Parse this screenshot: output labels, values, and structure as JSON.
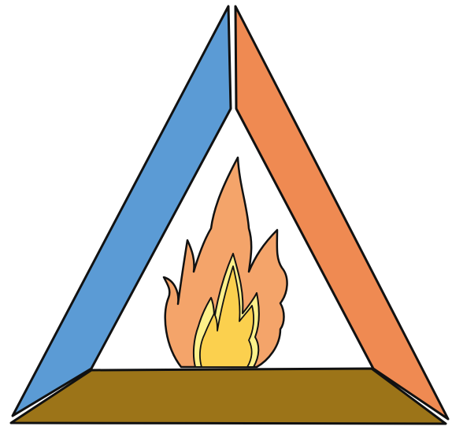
{
  "diagram": {
    "colors": {
      "left_side": "#5b9bd5",
      "right_side": "#ef8a52",
      "base": "#9c7418",
      "outer_flame": "#f4a46a",
      "inner_flame": "#fbd04e",
      "flame_glow": "#fdf08a",
      "outline": "#111111",
      "background": "#ffffff"
    },
    "parts": [
      {
        "name": "left-side",
        "color_key": "left_side"
      },
      {
        "name": "right-side",
        "color_key": "right_side"
      },
      {
        "name": "base",
        "color_key": "base"
      },
      {
        "name": "flame",
        "color_key": "outer_flame"
      }
    ]
  }
}
